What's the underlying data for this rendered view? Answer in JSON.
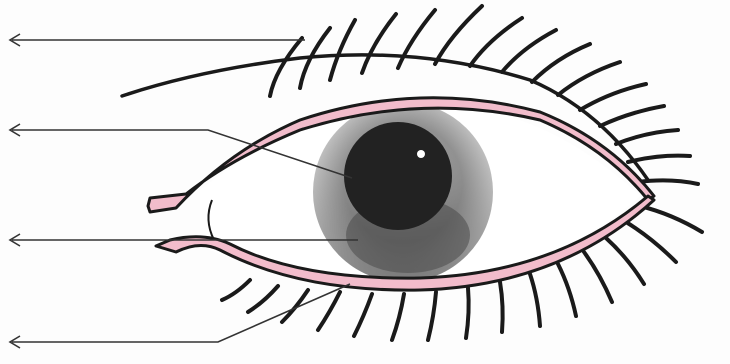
{
  "diagram": {
    "labels": [],
    "colors": {
      "background": "#fdfdfd",
      "outline": "#1a1a1a",
      "eyelid_pink": "#f2bccb",
      "iris_outer": "#c4c4c4",
      "iris_inner": "#3c3c3c",
      "pupil": "#222222",
      "highlight": "#ffffff"
    },
    "pointer_count": 4,
    "parts": [
      "eyelashes",
      "eyelid",
      "pupil",
      "iris",
      "lower-eyelid"
    ]
  }
}
